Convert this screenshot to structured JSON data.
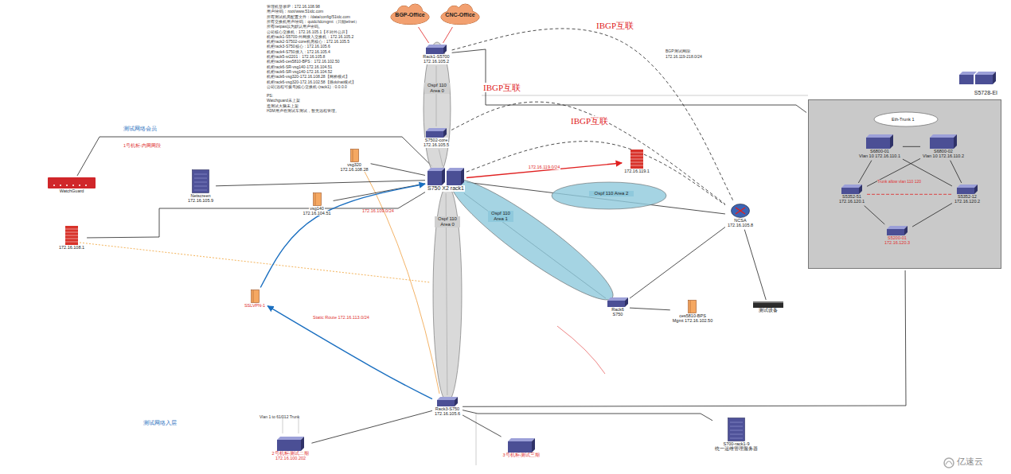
{
  "diagram": {
    "nodes": [
      {
        "text": [
          "Ospf 110 Area 0"
        ]
      },
      {
        "text": [
          "Ospf 110 Area 0"
        ]
      },
      {
        "text": [
          "Ospf 110 Area 1"
        ]
      },
      {
        "text": [
          "Ospf 110 Area 2"
        ]
      },
      {
        "text": [
          "S5728-EI"
        ]
      },
      {
        "text": [
          "BGP-Office"
        ]
      },
      {
        "text": [
          "CNC-Office"
        ]
      },
      {
        "text": [
          "Rack1-S5700",
          "172.16.105.2"
        ]
      },
      {
        "text": [
          "S7502-core",
          "172.16.105.5"
        ]
      },
      {
        "text": [
          "S750 X2 rack1"
        ]
      },
      {
        "text": [
          "Rack3-S750",
          "172.16.105.6"
        ]
      },
      {
        "text": [
          "172.16.119.1"
        ]
      },
      {
        "text": [
          "NCSA",
          "172.16.105.8"
        ]
      },
      {
        "text": [
          "Rack6",
          "S750"
        ]
      },
      {
        "text": [
          "WatchGuard"
        ]
      },
      {
        "text": [
          "172.16.108.1"
        ]
      },
      {
        "text": [
          "Netscreen",
          "172.16.105.9"
        ]
      },
      {
        "text": [
          "vsg320",
          "172.16.108.28"
        ]
      },
      {
        "text": [
          "vsg140",
          "172.16.104.51"
        ]
      },
      {
        "text": [
          "SSLVPN-1"
        ]
      },
      {
        "text": [
          "ces5810-BPS",
          "Mgmt 172.16.102.50"
        ]
      },
      {
        "text": [
          "测试设备"
        ]
      },
      {
        "text": [
          "S6800-01",
          "Vlan 10 172.16.110.1"
        ],
        "in": 4
      },
      {
        "text": [
          "S6800-02",
          "Vlan 10 172.16.110.2"
        ],
        "in": 4
      },
      {
        "text": [
          "S5352-51",
          "172.16.120.1"
        ],
        "in": 4
      },
      {
        "text": [
          "S5352-12",
          "172.16.120.2"
        ],
        "in": 4
      },
      {
        "text": [
          "S5200-01",
          "172.16.120.3"
        ],
        "in": 4
      },
      {
        "text": [
          "2号机柜-测试二期",
          "172.16.100.202"
        ]
      },
      {
        "text": [
          "3号机柜-测试三期"
        ]
      },
      {
        "text": [
          "S700-rack1-9",
          "统一运维管理服务器"
        ]
      }
    ],
    "edges": [
      {
        "from": 5,
        "to": 7,
        "arrow": "none"
      },
      {
        "from": 6,
        "to": 7,
        "arrow": "none"
      },
      {
        "from": 7,
        "to": 8,
        "arrow": "none"
      },
      {
        "from": 8,
        "to": 9,
        "arrow": "none"
      },
      {
        "from": 9,
        "to": 10,
        "arrow": "none"
      },
      {
        "from": 7,
        "to": 12,
        "arrow": "none",
        "label": "IBGP互联"
      },
      {
        "from": 8,
        "to": 12,
        "arrow": "none",
        "label": "IBGP互联"
      },
      {
        "from": 9,
        "to": 12,
        "arrow": "none",
        "label": "IBGP互联"
      },
      {
        "from": 9,
        "to": 11,
        "arrow": "to",
        "label": "172.16.119.0/24"
      },
      {
        "from": 9,
        "to": 12,
        "arrow": "none"
      },
      {
        "from": 9,
        "to": 13,
        "arrow": "none"
      },
      {
        "from": 13,
        "to": 12,
        "arrow": "none"
      },
      {
        "from": 14,
        "to": 9,
        "arrow": "none"
      },
      {
        "from": 15,
        "to": 9,
        "arrow": "none"
      },
      {
        "from": 16,
        "to": 9,
        "arrow": "none"
      },
      {
        "from": 17,
        "to": 9,
        "arrow": "none"
      },
      {
        "from": 18,
        "to": 9,
        "arrow": "none"
      },
      {
        "from": 19,
        "to": 9,
        "arrow": "to"
      },
      {
        "from": 10,
        "to": 19,
        "arrow": "to",
        "label": "Static Route 172.16.113.0/24"
      },
      {
        "from": 13,
        "to": 20,
        "arrow": "none"
      },
      {
        "from": 12,
        "to": 21,
        "arrow": "none"
      },
      {
        "from": 10,
        "to": 27,
        "arrow": "none"
      },
      {
        "from": 10,
        "to": 28,
        "arrow": "none"
      },
      {
        "from": 10,
        "to": 29,
        "arrow": "none"
      },
      {
        "from": 10,
        "to": 4,
        "arrow": "none"
      },
      {
        "from": 7,
        "to": 4,
        "arrow": "none"
      },
      {
        "from": 22,
        "to": 23,
        "arrow": "none"
      },
      {
        "from": 22,
        "to": 24,
        "arrow": "none"
      },
      {
        "from": 22,
        "to": 25,
        "arrow": "none"
      },
      {
        "from": 23,
        "to": 24,
        "arrow": "none"
      },
      {
        "from": 23,
        "to": 25,
        "arrow": "none"
      },
      {
        "from": 24,
        "to": 26,
        "arrow": "none"
      },
      {
        "from": 25,
        "to": 26,
        "arrow": "none"
      },
      {
        "from": 24,
        "to": 25,
        "arrow": "none"
      }
    ],
    "labels": [
      "管理机登录IP：172.16.108.98",
      "用户/密码：root/www.51idc.com",
      "所有测试机房配置文件：/data/config/51idc.com",
      "所有交换机用户/密码：quidc/idcmgmt（只能telnet）",
      "所有netpas以为默认用户密码。",
      "公司核心交换机：172.16.105.1【不对外公开】",
      "机柜rack1-S5700-外网接入交换机：172.16.105.2",
      "机柜rack2-S7502-core机房核心：172.16.105.5",
      "机柜rack3-S750核心：172.16.105.6",
      "机柜rack4-S750接入：172.16.105.4",
      "机柜rack5-sr2201：172.16.105.8",
      "机柜rack6-ces5810-BPS：172.16.102.50",
      "机柜rack6-SR-vsg140-172.16.104.51",
      "机柜rack6-SR-vsg140-172.16.104.52",
      "机柜rack6-vsg320-172.16.108.28【网桥模式】",
      "机柜rack6-vsg320-172.16.102.58【路由/nat模式】",
      "公司(远程可拨号)核心交换机-(rack1)：0.0.0.0",
      "PS:",
      "Watchguard未上架",
      "造测试大脑未上架",
      "H3M用户在测试车测试，暂无远程管理。",
      "BGP测试网段:",
      "172.16.119-218.0/24",
      "测试网络会员",
      "1号机柜-内网网段",
      "测试网络入层",
      "Vlan 1 to 61/012 Trunk",
      "172.16.109.0/24",
      "Eth-Trunk 1",
      "Trunk allow vlan 110 120",
      "亿速云"
    ]
  }
}
